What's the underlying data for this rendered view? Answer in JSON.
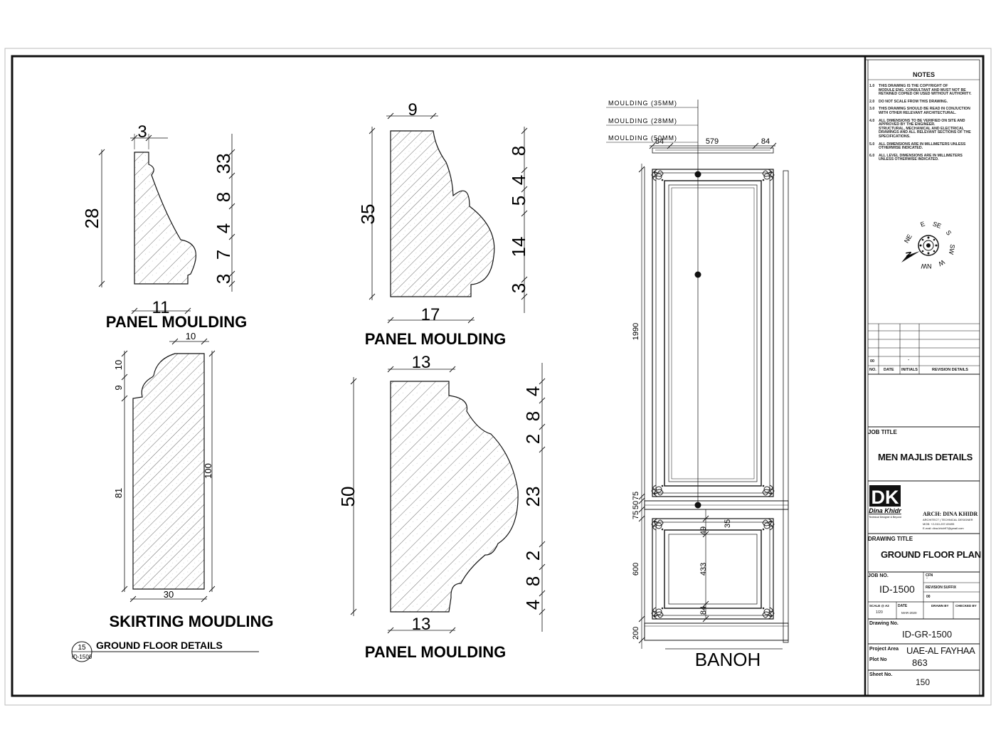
{
  "colors": {
    "line": "#111111",
    "hatch": "#555555",
    "frame": "#222222"
  },
  "details": {
    "panel1": {
      "title": "PANEL MOULDING",
      "top_dim": "3",
      "height_dim": "28",
      "bottom_dim": "11",
      "right_dims": [
        "33",
        "8",
        "4",
        "7",
        "3"
      ]
    },
    "panel2": {
      "title": "PANEL MOULDING",
      "top_dim": "9",
      "height_dim": "35",
      "bottom_dim": "17",
      "right_dims": [
        "8",
        "4",
        "5",
        "14",
        "3"
      ]
    },
    "skirting": {
      "title": "SKIRTING MOUDLING",
      "top_dim": "10",
      "left_dims": [
        "10",
        "9",
        "81"
      ],
      "right_dim": "100",
      "bottom_dim": "30"
    },
    "panel3": {
      "title": "PANEL MOULDING",
      "top_dim": "13",
      "height_dim": "50",
      "bottom_dim": "13",
      "right_dims": [
        "4",
        "8",
        "2",
        "23",
        "2",
        "8",
        "4"
      ]
    },
    "ref_tag": {
      "number": "15",
      "sheet": "ID-1500",
      "label": "GROUND FLOOR DETAILS"
    }
  },
  "elevation": {
    "title": "BANOH",
    "moulding_labels": [
      "MOULDING (35MM)",
      "MOULDING (28MM)",
      "MOULDING (50MM)"
    ],
    "width_dims": [
      "84",
      "579",
      "84"
    ],
    "height_dims": [
      "1990",
      "75",
      "50",
      "75",
      "600",
      "200"
    ],
    "inner_dims": [
      "49",
      "35",
      "433",
      "84"
    ]
  },
  "title_block": {
    "notes_title": "NOTES",
    "notes": [
      {
        "num": "1.0",
        "lines": [
          "THIS DRAWING IS THE COPYRIGHT OF",
          "MODULE ENG. CONSULTANT AND MUST NOT BE",
          "RETAINED COPIED OR USED WITHOUT AUTHORITY."
        ]
      },
      {
        "num": "2.0",
        "lines": [
          "DO NOT SCALE FROM THIS DRAWING."
        ]
      },
      {
        "num": "3.0",
        "lines": [
          "THIS DRAWING SHOULD BE READ IN CONJUCTION",
          "WITH OTHER RELEVANT ARCHITECTURAL."
        ]
      },
      {
        "num": "4.0",
        "lines": [
          "ALL DIMENSIONS TO BE VERIFIED ON SITE AND",
          "APPROVED BY THE ENGINEER.",
          "STRUCTURAL, MECHANICAL AND ELECTRICAL",
          "DRAWINGS AND ALL RELEVANT SECTIONS OF THE",
          "SPECIFICATIONS."
        ]
      },
      {
        "num": "5.0",
        "lines": [
          "ALL DIMENSIONS ARE IN MILLIMETERS UNLESS",
          "OTHERWISE INDICATED."
        ]
      },
      {
        "num": "6.0",
        "lines": [
          "ALL LEVEL DIMENSIONS ARE IN MILLIMETERS",
          "UNLESS OTHERWISE INDICATED."
        ]
      }
    ],
    "compass": [
      "NE",
      "E",
      "SE",
      "S",
      "SW",
      "W",
      "NW",
      "N"
    ],
    "revision": {
      "first_no": "00",
      "first_initials": "-",
      "headers": [
        "NO.",
        "DATE",
        "INITIALS",
        "REVISION DETAILS"
      ]
    },
    "job_title_label": "JOB TITLE",
    "job_title": "MEN MAJLIS DETAILS",
    "logo": {
      "mark": "DK",
      "name": "Dina Khidr",
      "tagline": "Technical Designer & Beyond"
    },
    "architect": {
      "name": "ARCH: DINA KHIDR",
      "role": "ARCHITECT | TECHNICAL DESIGNER",
      "mob": "MOB: +2-010-207-69495",
      "email": "E-mail: dina.khidr97@gmail.com"
    },
    "drawing_title_label": "DRAWING TITLE",
    "drawing_title": "GROUND FLOOR PLAN",
    "job_no_label": "JOB NO.",
    "job_no": "ID-1500",
    "cfn_label": "CFN",
    "cfn_value": "-",
    "revision_suffix_label": "REVISION SUFFIX",
    "revision_suffix": "00",
    "scale_label": "SCALE @ A2",
    "scale": "1/20",
    "date_label": "DATE",
    "date": "MAR-2020",
    "drawn_by_label": "DRAWN BY",
    "checked_by_label": "CHECKED BY",
    "drawing_no_label": "Drawing No.",
    "drawing_no": "ID-GR-1500",
    "project_area_label": "Project Area",
    "project_area": "UAE-AL FAYHAA",
    "plot_no_label": "Plot No",
    "plot_no": "863",
    "sheet_no_label": "Sheet No.",
    "sheet_no": "150"
  }
}
